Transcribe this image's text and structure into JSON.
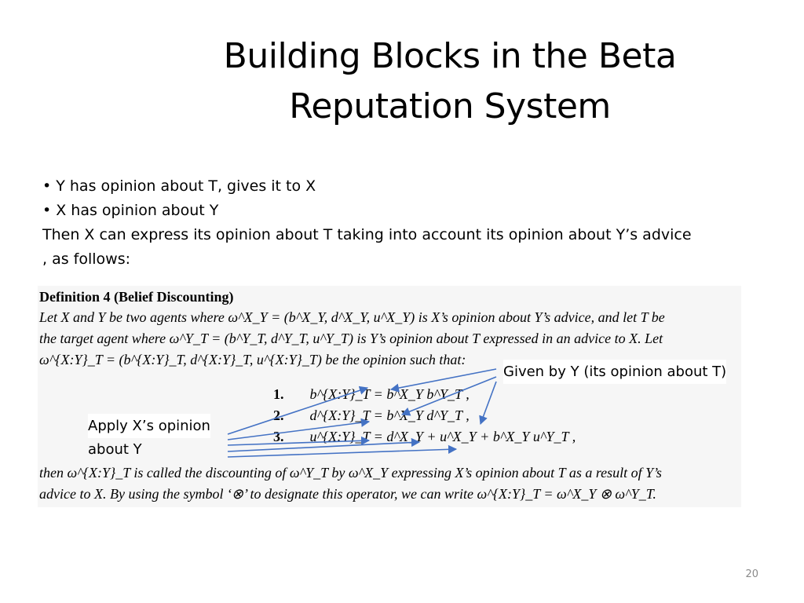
{
  "slide": {
    "title_line1": "Building Blocks in the Beta",
    "title_line2": "Reputation System",
    "bullets": [
      "• Y has opinion about T, gives it to X",
      "• X has opinion about Y"
    ],
    "paragraph_line1": "Then X can express its opinion about T taking into account its opinion about Y’s advice",
    "paragraph_line2": ", as follows:",
    "page_number": "20"
  },
  "definition": {
    "heading": "Definition 4 (Belief Discounting)",
    "lines": [
      "Let X and Y be two agents where ω^X_Y = (b^X_Y, d^X_Y, u^X_Y) is X’s opinion about Y’s advice, and let T be",
      "the target agent where ω^Y_T = (b^Y_T, d^Y_T, u^Y_T) is Y’s opinion about T expressed in an advice to X. Let",
      "ω^{X:Y}_T = (b^{X:Y}_T, d^{X:Y}_T, u^{X:Y}_T) be the opinion such that:"
    ],
    "items": [
      {
        "num": "1.",
        "expr": "b^{X:Y}_T = b^X_Y b^Y_T ,"
      },
      {
        "num": "2.",
        "expr": "d^{X:Y}_T = b^X_Y d^Y_T ,"
      },
      {
        "num": "3.",
        "expr": "u^{X:Y}_T = d^X_Y + u^X_Y + b^X_Y u^Y_T ,"
      }
    ],
    "closing": [
      "then ω^{X:Y}_T is called the discounting of ω^Y_T by ω^X_Y expressing X’s opinion about T as a result of Y’s",
      "advice to X. By using the symbol ‘⊗’ to designate this operator, we can write ω^{X:Y}_T = ω^X_Y ⊗ ω^Y_T."
    ]
  },
  "annotations": {
    "given_by_y": "Given by Y (its opinion about T)",
    "apply_x_line1": "Apply X’s opinion",
    "apply_x_line2": " about Y"
  },
  "colors": {
    "arrow": "#4472c4"
  }
}
